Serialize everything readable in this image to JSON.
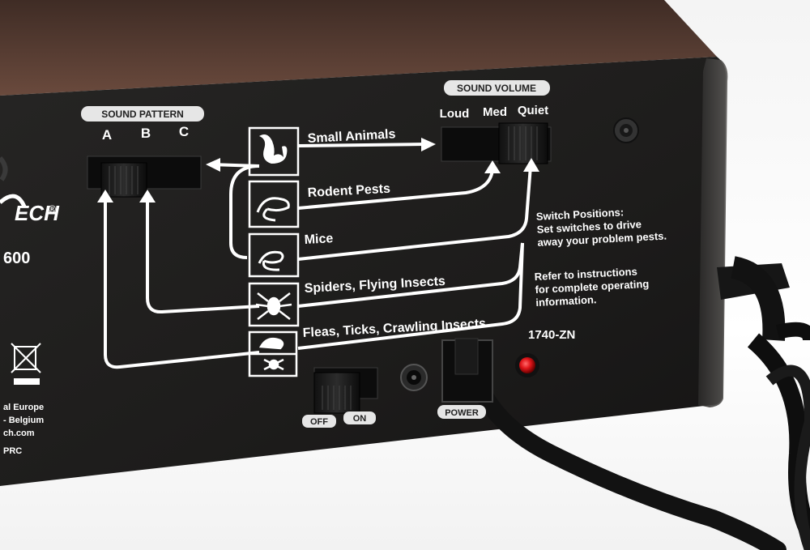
{
  "brand": {
    "fragment": "ECH",
    "registered_mark": "®",
    "model_fragment": "600"
  },
  "sound_pattern": {
    "title": "SOUND PATTERN",
    "positions": [
      "A",
      "B",
      "C"
    ],
    "selected": "A"
  },
  "sound_volume": {
    "title": "SOUND VOLUME",
    "positions": [
      "Loud",
      "Med",
      "Quiet"
    ],
    "selected": "Quiet"
  },
  "pests": [
    {
      "label": "Small Animals",
      "icon": "squirrel-icon"
    },
    {
      "label": "Rodent Pests",
      "icon": "rat-icon"
    },
    {
      "label": "Mice",
      "icon": "mouse-icon"
    },
    {
      "label": "Spiders, Flying Insects",
      "icon": "spider-icon"
    },
    {
      "label": "Fleas, Ticks, Crawling Insects",
      "icon": "flea-tick-icon"
    }
  ],
  "instructions": {
    "switch_title": "Switch Positions:",
    "switch_line1": "Set switches to drive",
    "switch_line2": "away your problem pests.",
    "refer_line1": "Refer to instructions",
    "refer_line2": "for complete operating",
    "refer_line3": "information."
  },
  "model_number": "1740-ZN",
  "power_switch": {
    "off_label": "OFF",
    "on_label": "ON",
    "state": "OFF"
  },
  "power_label": "POWER",
  "address": {
    "line1": "al Europe",
    "line2": "- Belgium",
    "line3": "ch.com",
    "line4": "PRC"
  },
  "colors": {
    "panel": "#1e1d1c",
    "case_top": "#4a332b",
    "legend_white": "#ffffff",
    "led_red": "#e0161a"
  }
}
